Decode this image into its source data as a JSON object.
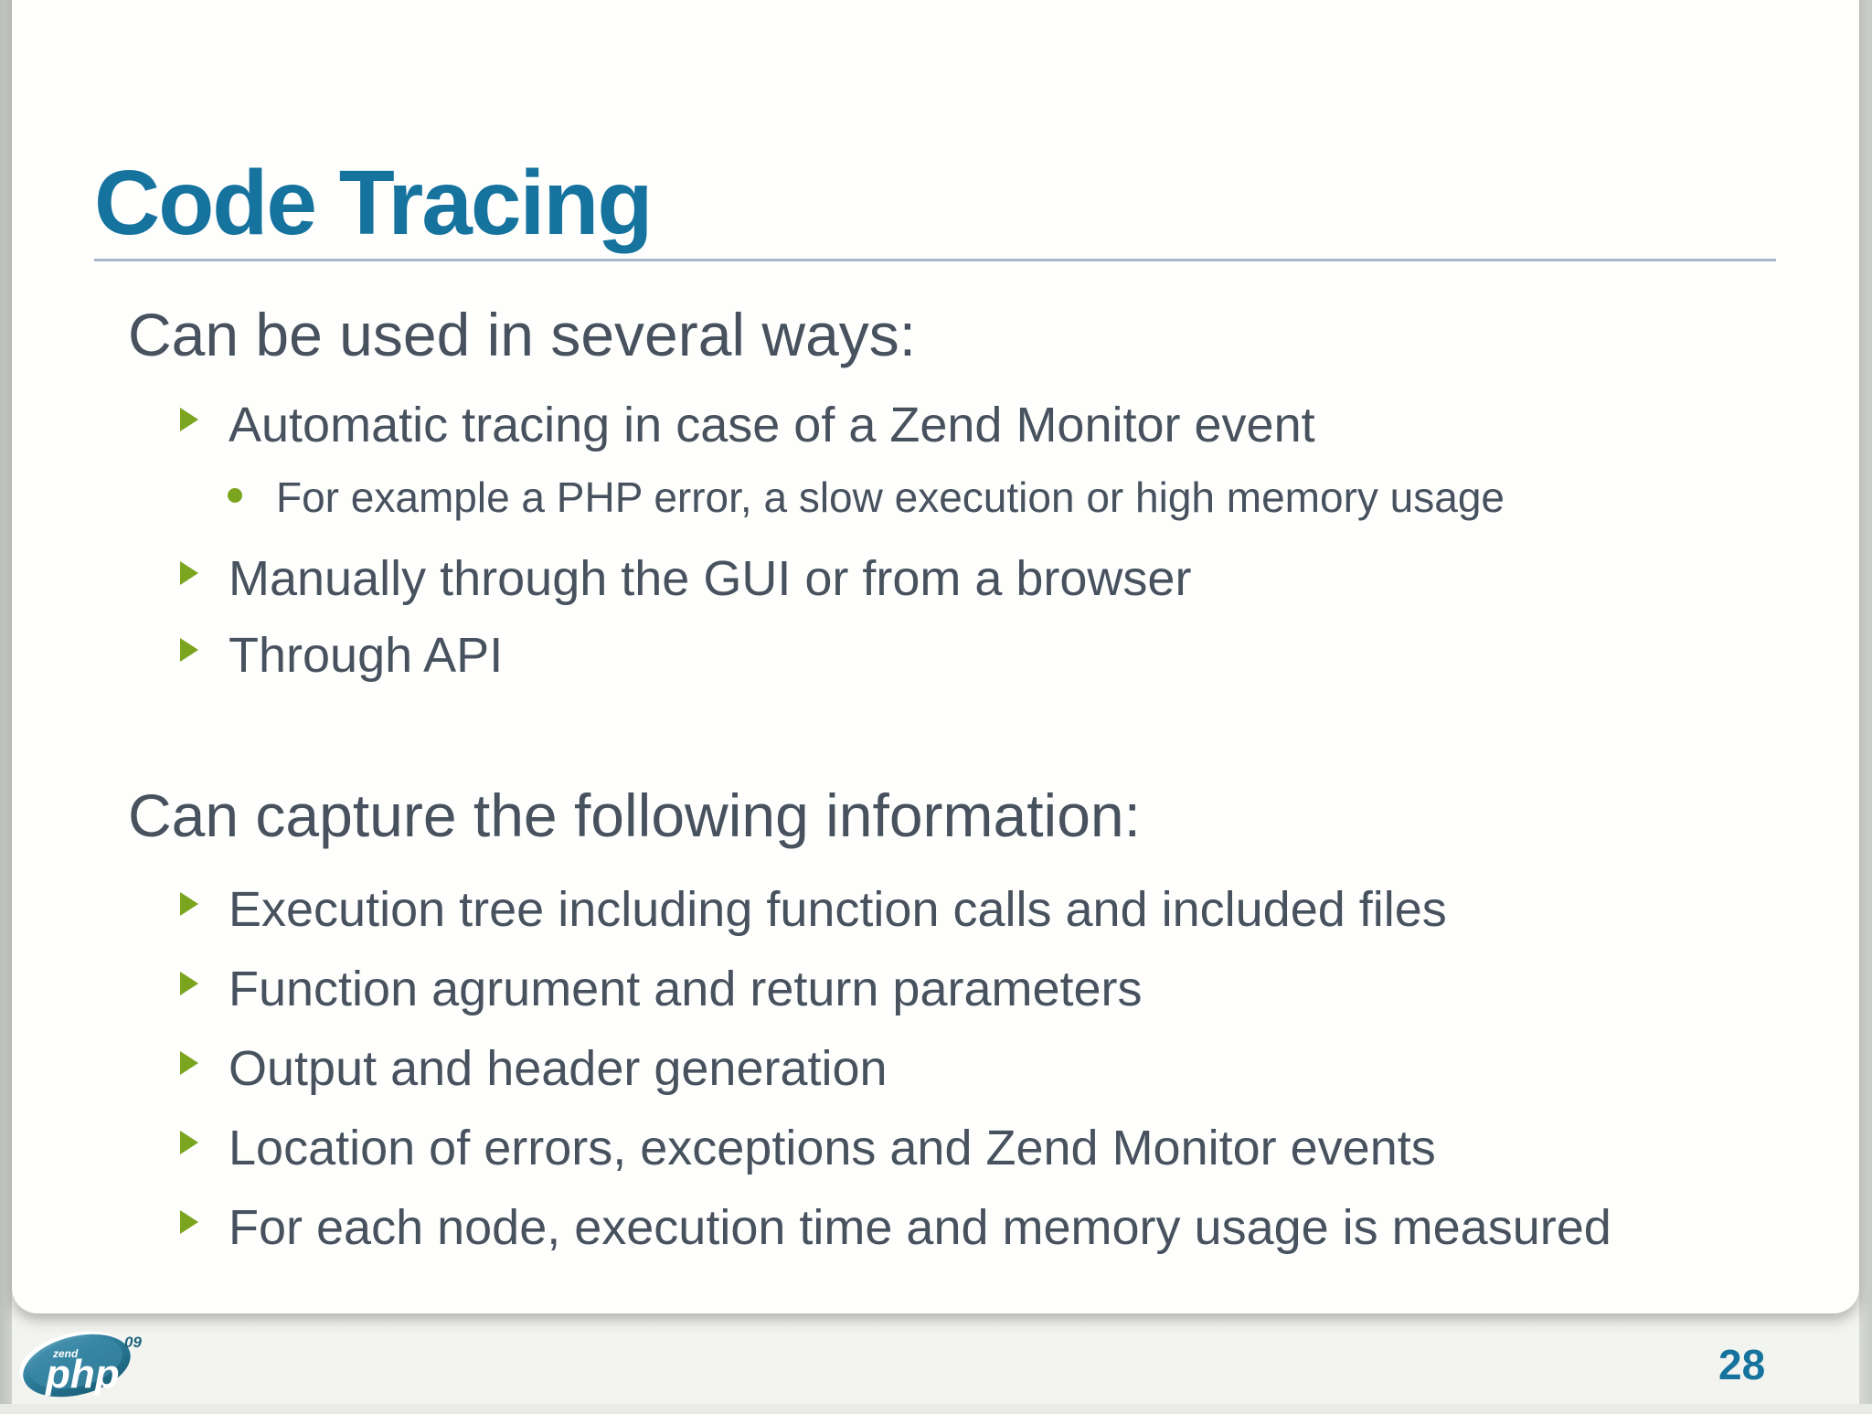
{
  "slide": {
    "title": "Code Tracing",
    "page_number": "28",
    "sections": [
      {
        "heading": "Can be used in several ways:",
        "bullets": [
          {
            "level": 1,
            "text": "Automatic tracing in case of a Zend Monitor event"
          },
          {
            "level": 2,
            "text": "For example a PHP error, a slow execution or high memory usage"
          },
          {
            "level": 1,
            "text": "Manually through the GUI or from a browser"
          },
          {
            "level": 1,
            "text": "Through API"
          }
        ]
      },
      {
        "heading": "Can capture the following information:",
        "bullets": [
          {
            "level": 1,
            "text": "Execution tree including function calls and included files"
          },
          {
            "level": 1,
            "text": "Function agrument and return parameters"
          },
          {
            "level": 1,
            "text": "Output and header generation"
          },
          {
            "level": 1,
            "text": "Location of errors, exceptions and Zend Monitor events"
          },
          {
            "level": 1,
            "text": "For each node, execution time and memory usage is measured"
          }
        ]
      }
    ],
    "logo": {
      "brand": "zend",
      "product": "php",
      "year": "09"
    },
    "icons": {
      "bullet_level1": "triangle-right",
      "bullet_level2": "dot"
    },
    "colors": {
      "title": "#15739e",
      "body_text": "#47525e",
      "bullet_green": "#7ba41f",
      "underline": "#a9b8ca",
      "page_number": "#15739e",
      "logo_teal": "#2f7f9e"
    }
  }
}
